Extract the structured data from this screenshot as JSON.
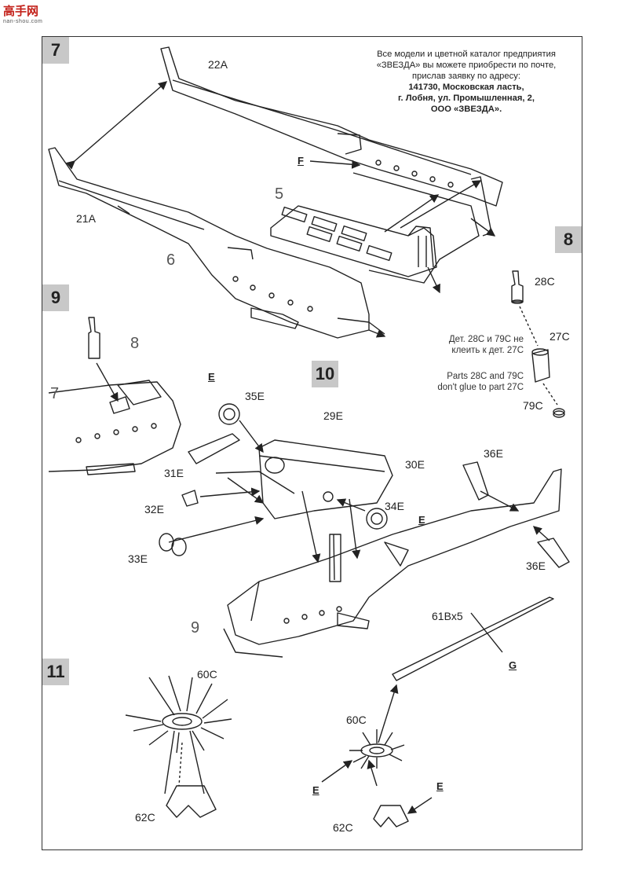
{
  "site_logo": {
    "text": "高手网",
    "url": "nan-shou.com"
  },
  "steps": [
    "7",
    "8",
    "9",
    "10",
    "11"
  ],
  "note_ru": {
    "line1": "Все модели и цветной каталог предприятия",
    "line2": "«ЗВЕЗДА» вы можете приобрести по почте,",
    "line3": "прислав заявку по адресу:",
    "line4": "141730, Московская ласть,",
    "line5": "г. Лобня, ул. Промышленная, 2,",
    "line6": "ООО «ЗВЕЗДА»."
  },
  "step8_note": {
    "ru1": "Дет. 28C и 79C не",
    "ru2": "клеить к дет. 27C",
    "en1": "Parts 28C and 79C",
    "en2": "don't glue to part 27C"
  },
  "labels": {
    "p22A": "22A",
    "p21A": "21A",
    "p5": "5",
    "p6": "6",
    "glueF": "F",
    "p28C": "28C",
    "p27C": "27C",
    "p79C": "79C",
    "p8": "8",
    "p7": "7",
    "glueE1": "E",
    "p35E": "35E",
    "p29E": "29E",
    "p30E": "30E",
    "p31E": "31E",
    "p32E": "32E",
    "p34E": "34E",
    "glueE2": "E",
    "p33E": "33E",
    "p36E_top": "36E",
    "p36E_bot": "36E",
    "p9": "9",
    "p61B": "61Bx5",
    "glueG": "G",
    "p60C_left": "60C",
    "p60C_right": "60C",
    "p62C_left": "62C",
    "p62C_right": "62C",
    "glueE3": "E",
    "glueE4": "E"
  }
}
